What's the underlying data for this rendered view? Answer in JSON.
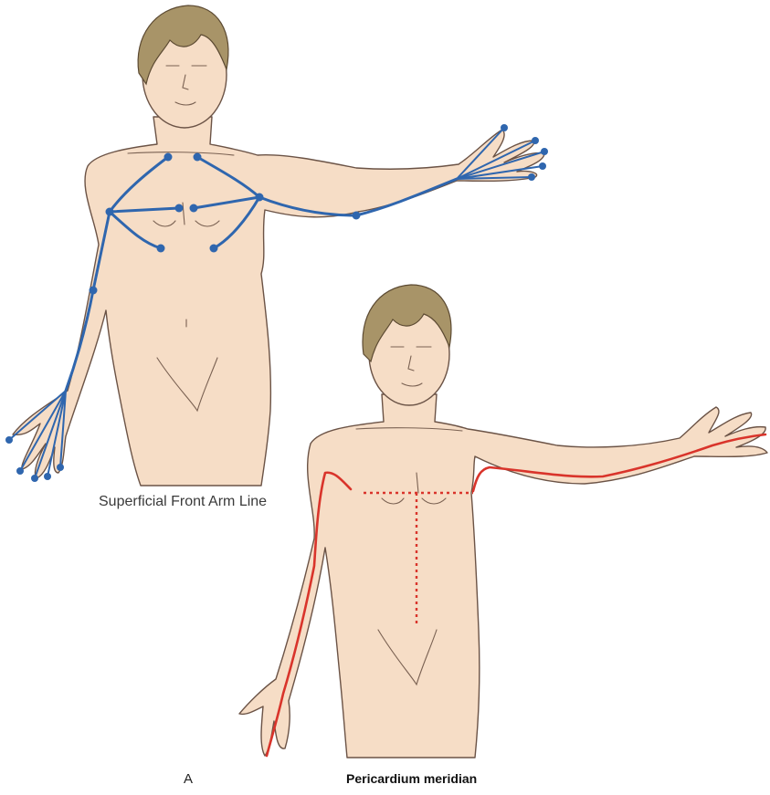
{
  "figure": {
    "label_top": "Superficial Front Arm Line",
    "label_panel": "A",
    "label_bottom": "Pericardium meridian"
  },
  "colors": {
    "fascia_line": "#2f66ae",
    "meridian_line": "#d9342b",
    "skin": "#f6ddc6",
    "hair": "#a89468"
  }
}
